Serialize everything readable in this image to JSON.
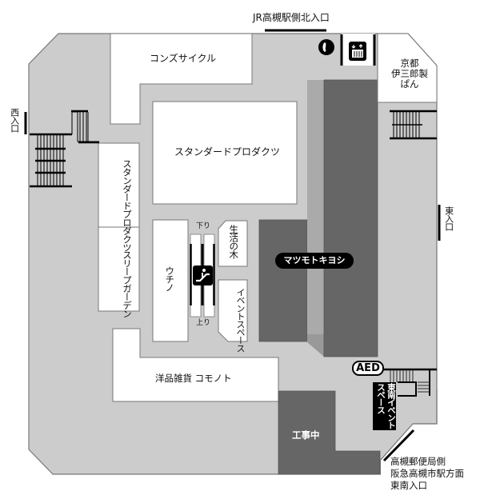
{
  "map": {
    "colors": {
      "floor": "#cccccc",
      "store": "#ffffff",
      "highlight_store": "#666666",
      "walkway_mid": "#aaaaaa",
      "outline": "#777777",
      "black": "#000000"
    }
  },
  "entrances": {
    "north": "JR高槻駅側北入口",
    "west": "西入口",
    "east": "東入口",
    "southeast": [
      "高槻郵便局側",
      "阪急高槻市駅方面",
      "東南入口"
    ]
  },
  "stores": {
    "cons_cycle": "コンズサイクル",
    "standard_products_main": "スタンダードプロダクツ",
    "standard_products_side": "スタンダードプロダクツ",
    "sleep_garden": "スリープガーデン",
    "uchino": "ウチノ",
    "seikatsu_no_ki": "生活の木",
    "event_space": "イベントスペース",
    "matsumoto_kiyoshi": "マツモトキヨシ",
    "kyoto_isaburo": [
      "京都",
      "伊三郎製",
      "ぱん"
    ],
    "yohin_zakka_komonoto": "洋品雑貨 コモノト",
    "under_construction": "工事中",
    "southeast_event_space": "東南イベントスペース"
  },
  "facilities": {
    "escalator_down": "下り",
    "escalator_up": "上り",
    "aed": "AED",
    "phone_icon": "phone-icon",
    "elevator_icon": "elevator-icon",
    "escalator_icon": "escalator-icon"
  }
}
